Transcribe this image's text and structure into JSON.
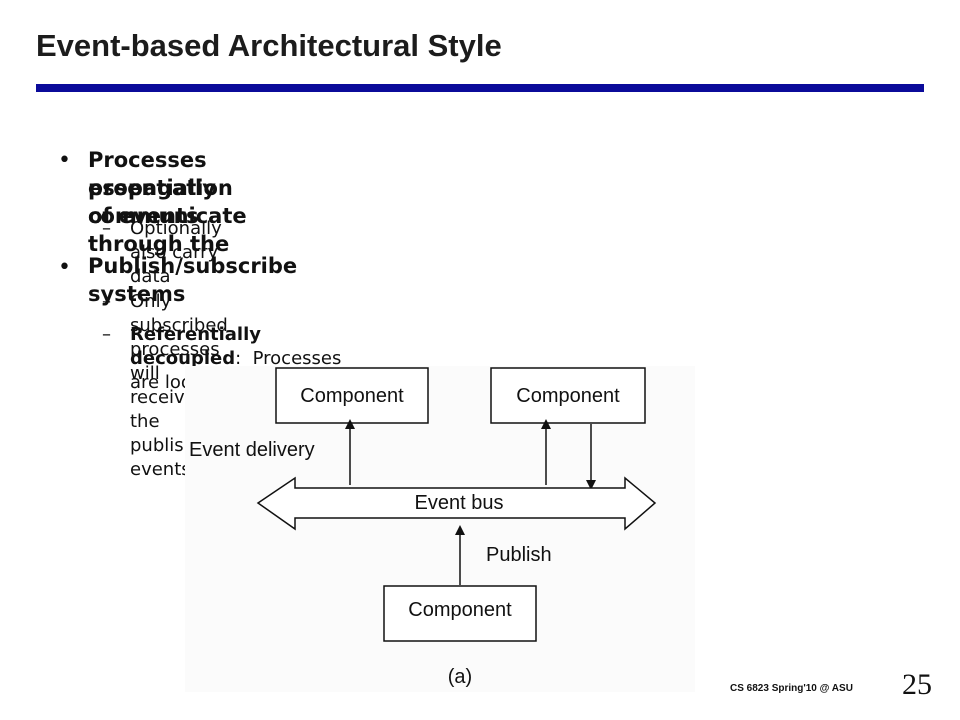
{
  "slide": {
    "title": "Event-based Architectural Style",
    "bullets": [
      {
        "text": "Processes essentially communicate through the",
        "text_cont": "propagation of events",
        "subs": [
          "Optionally also carry data"
        ]
      },
      {
        "text": "Publish/subscribe systems",
        "subs": [
          "Only subscribed processes will receive the published events",
          "Processes are loosely coupled"
        ],
        "sub_bold": "Referentially decoupled",
        "sub_bold_sep": ":"
      }
    ],
    "bullet_glyph": "•",
    "dash_glyph": "–",
    "footer": "CS 6823 Spring'10 @ ASU",
    "page_number": "25",
    "accent_color": "#0b0b9a"
  },
  "diagram": {
    "top_left_component": "Component",
    "top_right_component": "Component",
    "bottom_component": "Component",
    "bus_label": "Event bus",
    "event_delivery_label": "Event delivery",
    "publish_label": "Publish",
    "caption": "(a)"
  }
}
